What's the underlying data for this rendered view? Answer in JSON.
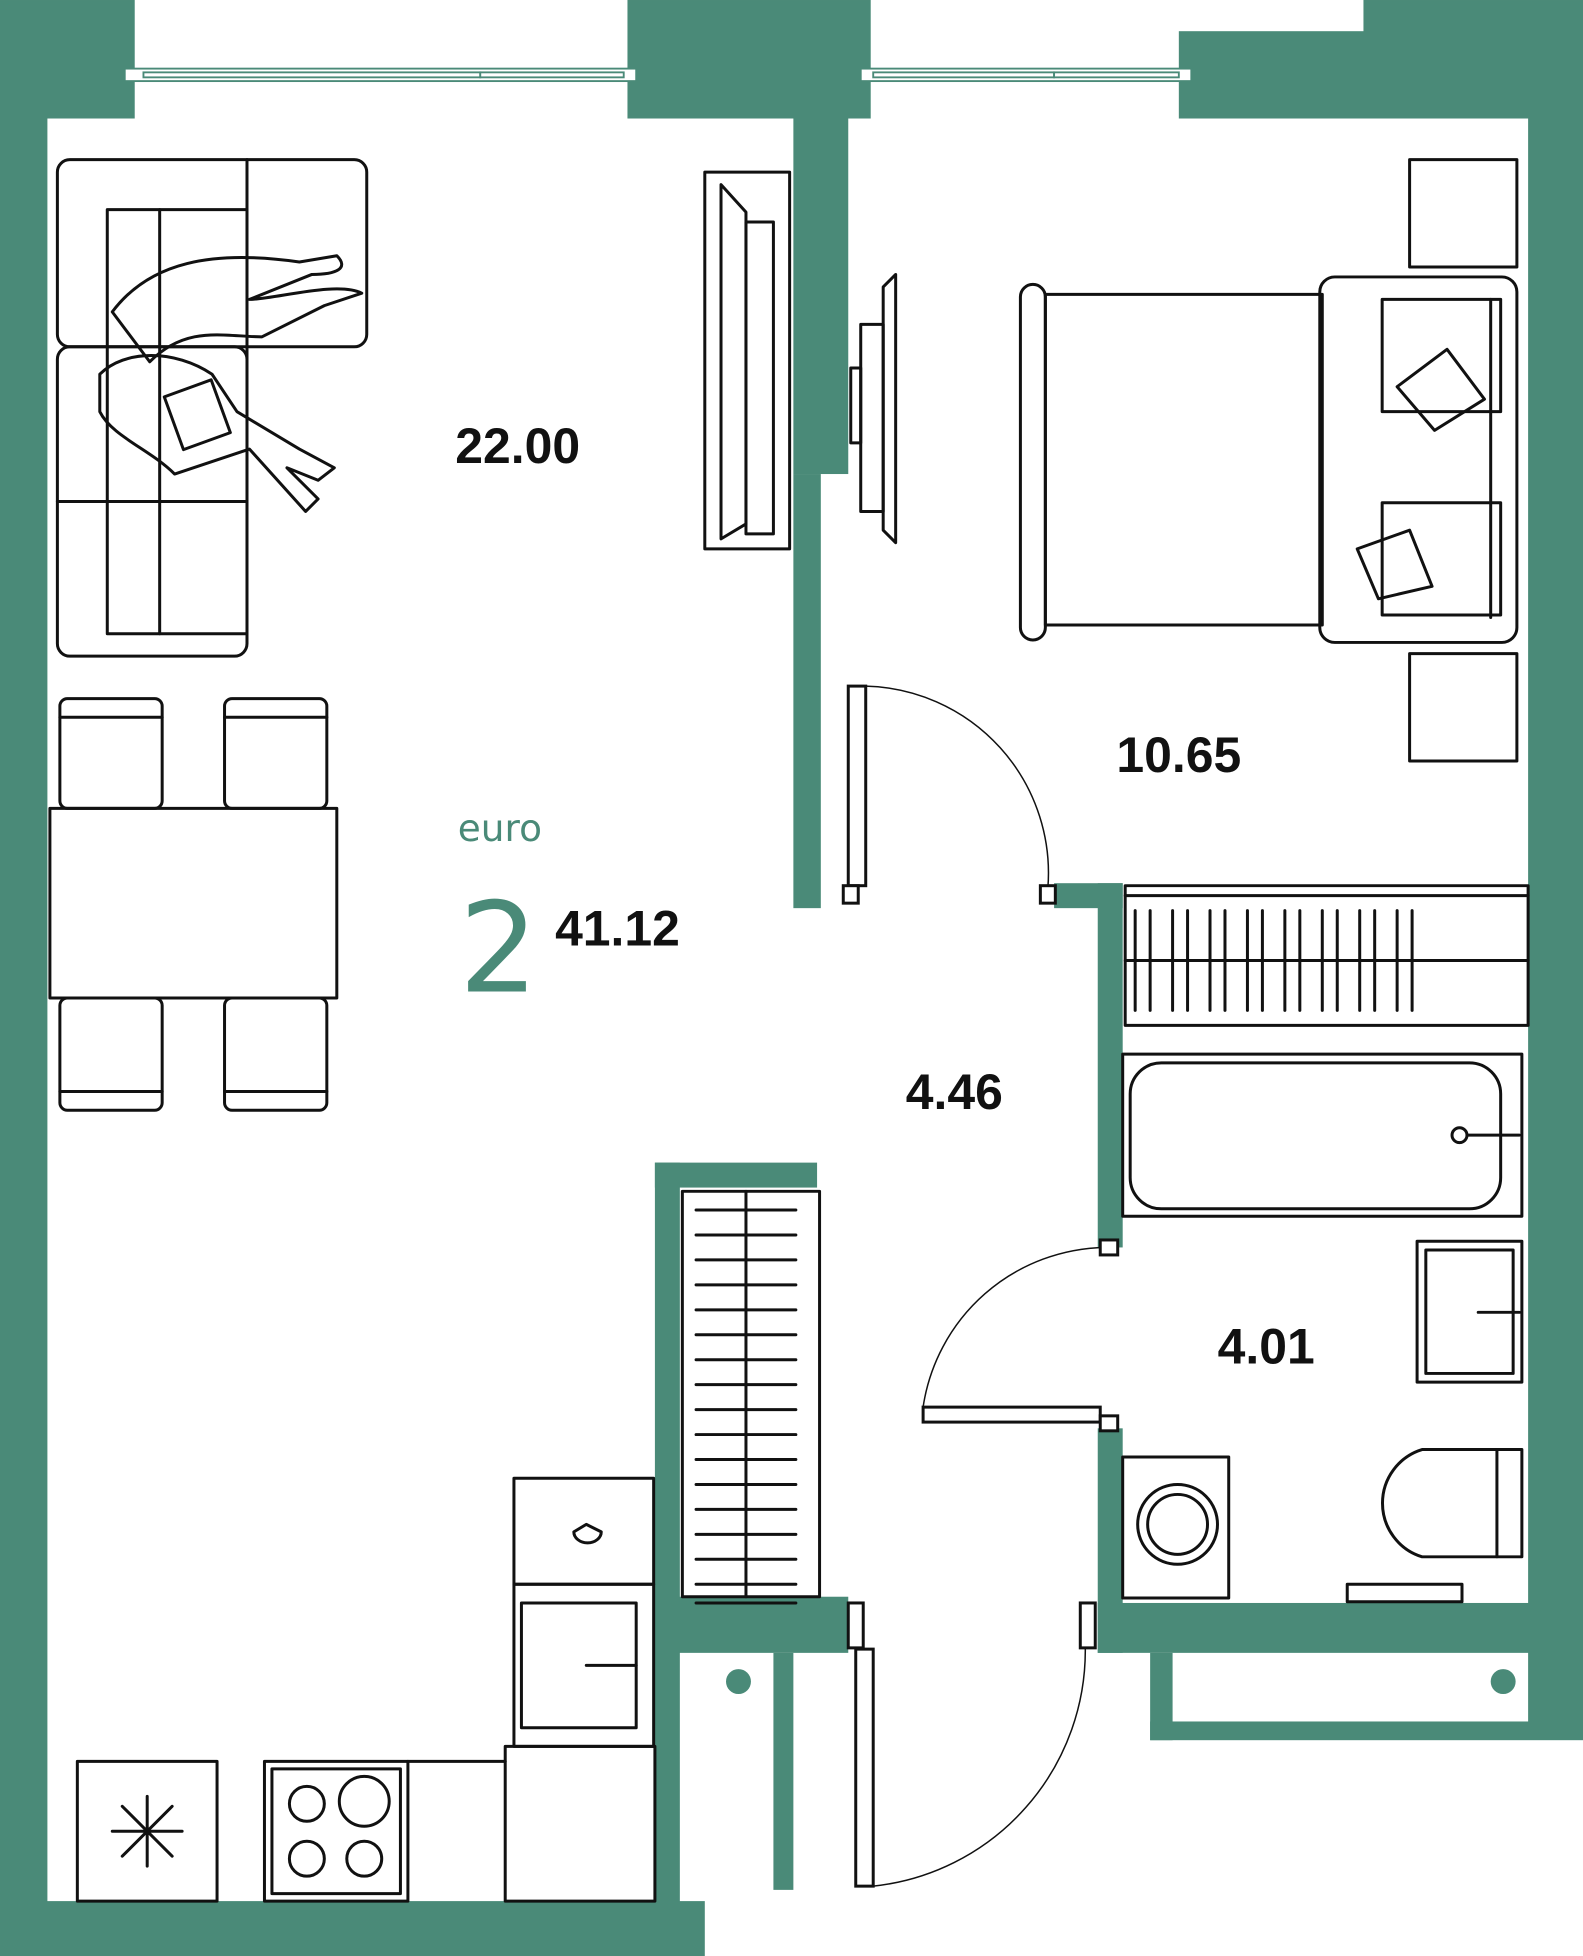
{
  "colors": {
    "wall": "#4a8a78",
    "accent": "#4a8a78",
    "text": "#111111"
  },
  "plan": {
    "type_label": "euro",
    "rooms_count": "2",
    "total_area": "41.12"
  },
  "rooms": [
    {
      "name": "living-kitchen",
      "area": "22.00"
    },
    {
      "name": "bedroom",
      "area": "10.65"
    },
    {
      "name": "hallway",
      "area": "4.46"
    },
    {
      "name": "bathroom",
      "area": "4.01"
    }
  ]
}
